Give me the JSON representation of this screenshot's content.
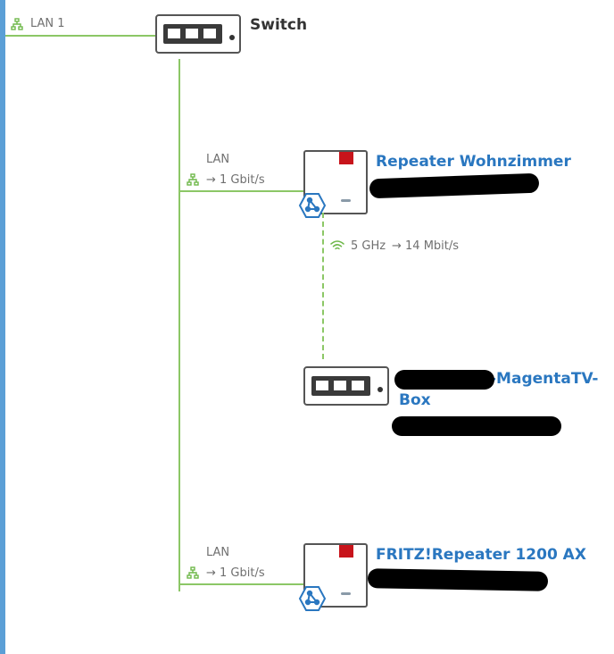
{
  "uplink": {
    "label": "LAN 1"
  },
  "switch": {
    "title": "Switch"
  },
  "repeater1": {
    "title": "Repeater Wohnzimmer",
    "conn_type": "LAN",
    "conn_speed": "→ 1 Gbit/s"
  },
  "wifi_link": {
    "band": "5 GHz",
    "speed": "→ 14 Mbit/s"
  },
  "tvbox": {
    "title_line1": "-MagentaTV-",
    "title_line2": "Box"
  },
  "repeater2": {
    "title": "FRITZ!Repeater 1200 AX",
    "conn_type": "LAN",
    "conn_speed": "→ 1 Gbit/s"
  },
  "colors": {
    "link": "#2a77c0",
    "lan_line": "#8cc766",
    "accent_bar": "#5b9fd6",
    "device_red": "#c8141b"
  },
  "icons": [
    "lan-icon",
    "wifi-icon",
    "mesh-icon",
    "switch-icon",
    "repeater-icon"
  ]
}
